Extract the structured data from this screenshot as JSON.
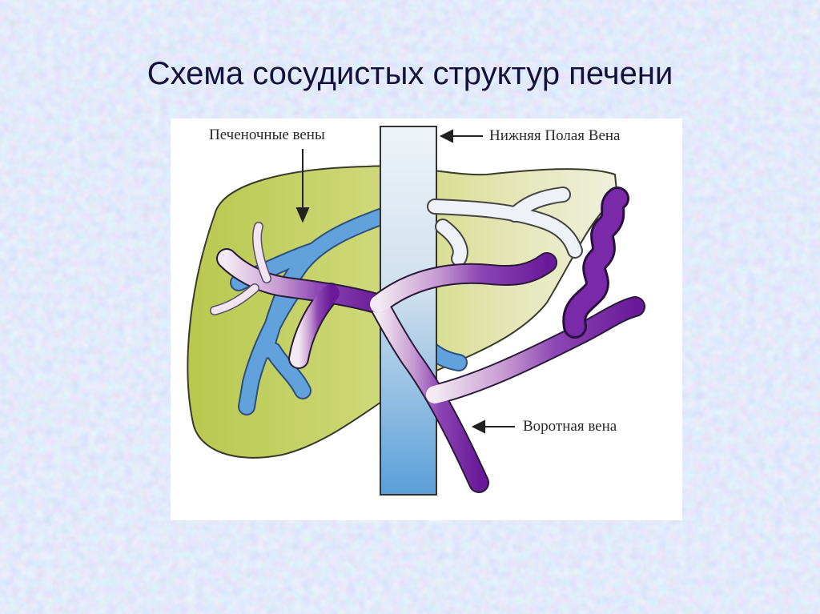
{
  "slide": {
    "title": "Схема сосудистых структур печени"
  },
  "diagram": {
    "labels": {
      "hepatic_veins": "Печеночные вены",
      "inferior_vena_cava": "Нижняя Полая Вена",
      "portal_vein": "Воротная вена"
    },
    "colors": {
      "background": "#cfd8f2",
      "liver": "#c9d66a",
      "hepatic_veins": "#5b9bd9",
      "vena_cava": "#dde8f2",
      "portal_vein": "#8a3fb0",
      "portal_vein_light": "#efe0ef"
    }
  }
}
